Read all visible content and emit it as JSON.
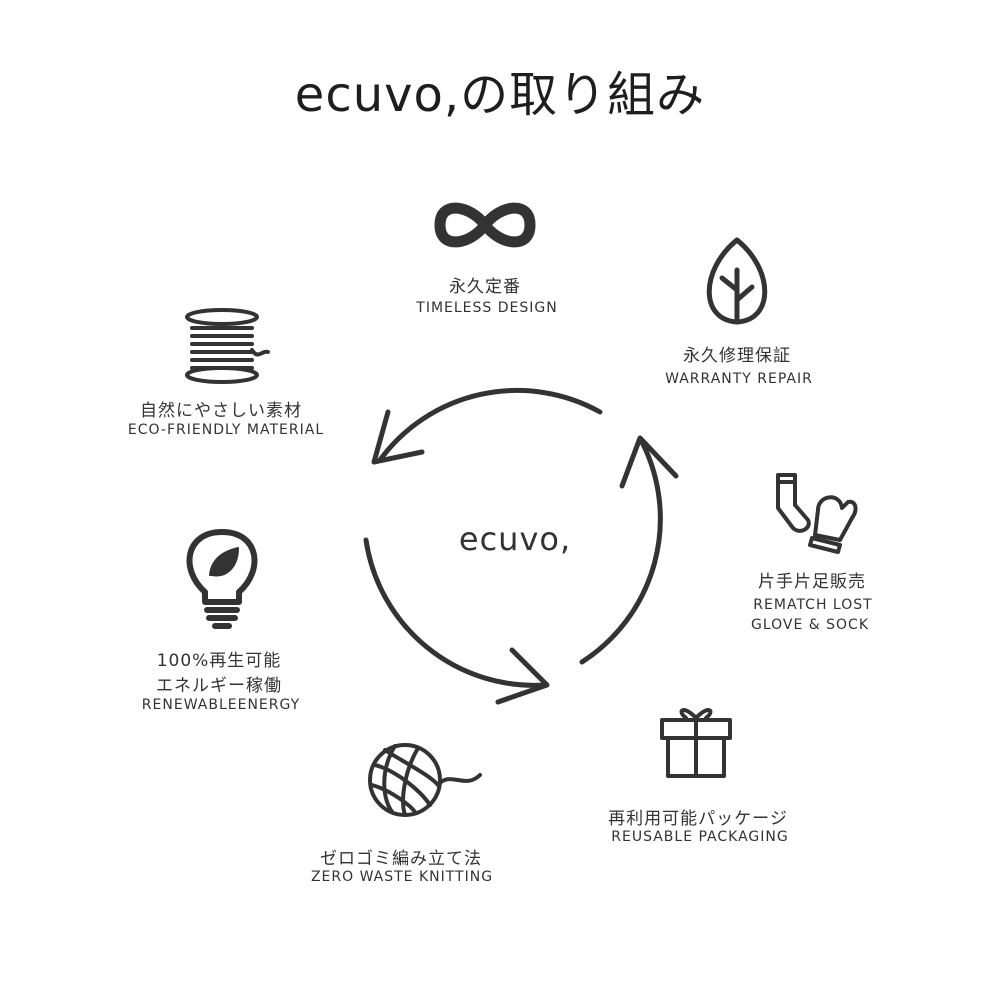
{
  "title": "ecuvo,の取り組み",
  "center_label": "ecuvo,",
  "items": [
    {
      "icon": "infinity-icon",
      "jp": "永久定番",
      "en": "TIMELESS DESIGN"
    },
    {
      "icon": "leaf-icon",
      "jp": "永久修理保証",
      "en": "WARRANTY REPAIR"
    },
    {
      "icon": "socks-mitten-icon",
      "jp": "片手片足販売",
      "en": "REMATCH LOST",
      "en2": "GLOVE & SOCK"
    },
    {
      "icon": "gift-icon",
      "jp": "再利用可能パッケージ",
      "en": "REUSABLE PACKAGING"
    },
    {
      "icon": "yarn-ball-icon",
      "jp": "ゼロゴミ編み立て法",
      "en": "ZERO WASTE KNITTING"
    },
    {
      "icon": "lightbulb-leaf-icon",
      "jp": "100%再生可能",
      "jp2": "エネルギー稼働",
      "en": "RENEWABLEENERGY"
    },
    {
      "icon": "thread-spool-icon",
      "jp": "自然にやさしい素材",
      "en": "ECO-FRIENDLY MATERIAL"
    }
  ]
}
